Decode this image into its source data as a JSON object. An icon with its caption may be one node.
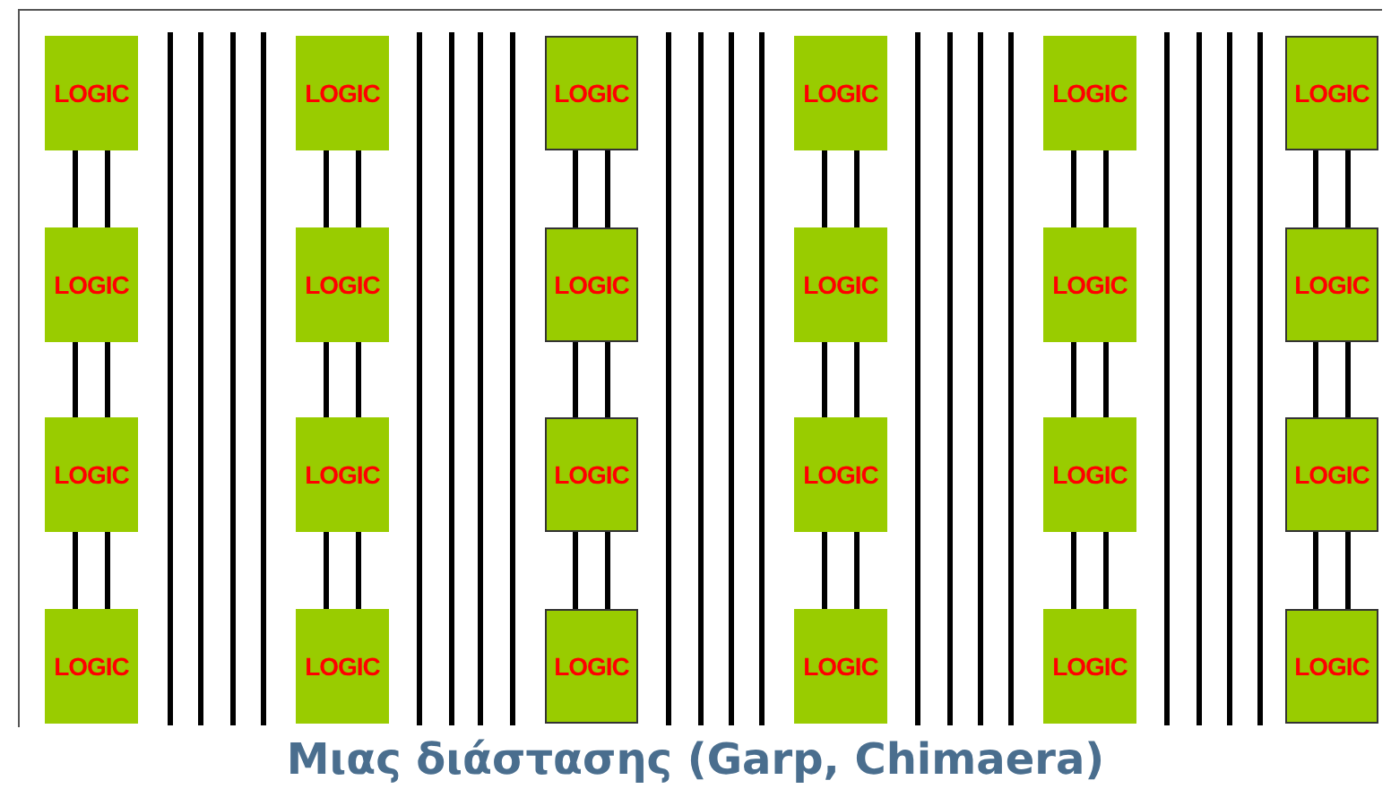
{
  "diagram": {
    "caption": "Μιας διάστασης (Garp, Chimaera)",
    "nodes": [
      {
        "text": [
          "LOGIC"
        ]
      },
      {
        "text": [
          "LOGIC"
        ]
      },
      {
        "text": [
          "LOGIC"
        ]
      },
      {
        "text": [
          "LOGIC"
        ]
      },
      {
        "text": [
          "LOGIC"
        ]
      },
      {
        "text": [
          "LOGIC"
        ]
      },
      {
        "text": [
          "LOGIC"
        ]
      },
      {
        "text": [
          "LOGIC"
        ]
      },
      {
        "text": [
          "LOGIC"
        ]
      },
      {
        "text": [
          "LOGIC"
        ]
      },
      {
        "text": [
          "LOGIC"
        ]
      },
      {
        "text": [
          "LOGIC"
        ]
      },
      {
        "text": [
          "LOGIC"
        ]
      },
      {
        "text": [
          "LOGIC"
        ]
      },
      {
        "text": [
          "LOGIC"
        ]
      },
      {
        "text": [
          "LOGIC"
        ]
      },
      {
        "text": [
          "LOGIC"
        ]
      },
      {
        "text": [
          "LOGIC"
        ]
      },
      {
        "text": [
          "LOGIC"
        ]
      },
      {
        "text": [
          "LOGIC"
        ]
      },
      {
        "text": [
          "LOGIC"
        ]
      },
      {
        "text": [
          "LOGIC"
        ]
      },
      {
        "text": [
          "LOGIC"
        ]
      },
      {
        "text": [
          "LOGIC"
        ]
      }
    ],
    "edges": [
      {
        "from": 0,
        "to": 6,
        "arrow": "none"
      },
      {
        "from": 0,
        "to": 6,
        "arrow": "none"
      },
      {
        "from": 1,
        "to": 7,
        "arrow": "none"
      },
      {
        "from": 1,
        "to": 7,
        "arrow": "none"
      },
      {
        "from": 2,
        "to": 8,
        "arrow": "none"
      },
      {
        "from": 2,
        "to": 8,
        "arrow": "none"
      },
      {
        "from": 3,
        "to": 9,
        "arrow": "none"
      },
      {
        "from": 3,
        "to": 9,
        "arrow": "none"
      },
      {
        "from": 4,
        "to": 10,
        "arrow": "none"
      },
      {
        "from": 4,
        "to": 10,
        "arrow": "none"
      },
      {
        "from": 5,
        "to": 11,
        "arrow": "none"
      },
      {
        "from": 5,
        "to": 11,
        "arrow": "none"
      },
      {
        "from": 6,
        "to": 12,
        "arrow": "none"
      },
      {
        "from": 6,
        "to": 12,
        "arrow": "none"
      },
      {
        "from": 7,
        "to": 13,
        "arrow": "none"
      },
      {
        "from": 7,
        "to": 13,
        "arrow": "none"
      },
      {
        "from": 8,
        "to": 14,
        "arrow": "none"
      },
      {
        "from": 8,
        "to": 14,
        "arrow": "none"
      },
      {
        "from": 9,
        "to": 15,
        "arrow": "none"
      },
      {
        "from": 9,
        "to": 15,
        "arrow": "none"
      },
      {
        "from": 10,
        "to": 16,
        "arrow": "none"
      },
      {
        "from": 10,
        "to": 16,
        "arrow": "none"
      },
      {
        "from": 11,
        "to": 17,
        "arrow": "none"
      },
      {
        "from": 11,
        "to": 17,
        "arrow": "none"
      },
      {
        "from": 12,
        "to": 18,
        "arrow": "none"
      },
      {
        "from": 12,
        "to": 18,
        "arrow": "none"
      },
      {
        "from": 13,
        "to": 19,
        "arrow": "none"
      },
      {
        "from": 13,
        "to": 19,
        "arrow": "none"
      },
      {
        "from": 14,
        "to": 20,
        "arrow": "none"
      },
      {
        "from": 14,
        "to": 20,
        "arrow": "none"
      },
      {
        "from": 15,
        "to": 21,
        "arrow": "none"
      },
      {
        "from": 15,
        "to": 21,
        "arrow": "none"
      },
      {
        "from": 16,
        "to": 22,
        "arrow": "none"
      },
      {
        "from": 16,
        "to": 22,
        "arrow": "none"
      },
      {
        "from": 17,
        "to": 23,
        "arrow": "none"
      },
      {
        "from": 17,
        "to": 23,
        "arrow": "none"
      }
    ]
  }
}
